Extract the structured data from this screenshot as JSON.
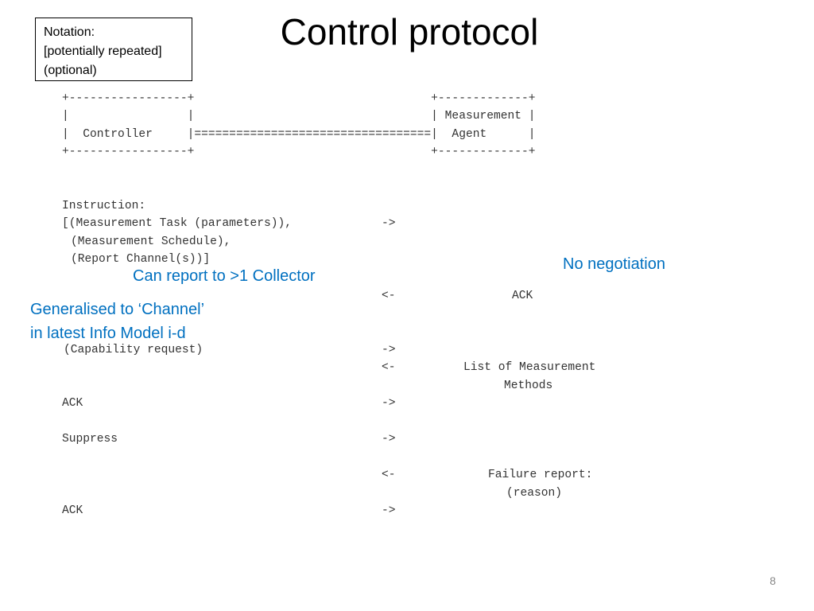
{
  "slide": {
    "title": "Control protocol",
    "page_number": "8",
    "notation": {
      "lines": [
        "Notation:",
        "[potentially repeated]",
        "(optional)"
      ]
    },
    "diagram": {
      "lines": [
        "+-----------------+                                  +-------------+",
        "|                 |                                  | Measurement |",
        "|  Controller     |==================================|  Agent      |",
        "+-----------------+                                  +-------------+"
      ]
    },
    "exchanges": {
      "instruction_label": "Instruction:",
      "instruction_line1": "[(Measurement Task (parameters)),",
      "instruction_line2": "(Measurement Schedule),",
      "instruction_line3": "(Report Channel(s))]",
      "arrow_right": "->",
      "arrow_left": "<-",
      "ack_agent": "ACK",
      "capability_request": "(Capability request)",
      "methods_line1": "List of Measurement",
      "methods_line2": "Methods",
      "ack_controller_1": "ACK",
      "suppress": "Suppress",
      "failure_line1": "Failure report:",
      "failure_line2": "(reason)",
      "ack_controller_2": "ACK"
    },
    "annotations": {
      "no_negotiation": "No negotiation",
      "report_collectors": "Can report to >1 Collector",
      "generalised_line1": "Generalised to ‘Channel’",
      "generalised_line2": "in latest Info Model i-d"
    },
    "colors": {
      "annotation": "#0070c0",
      "monospace_text": "#333333",
      "title": "#000000"
    }
  }
}
